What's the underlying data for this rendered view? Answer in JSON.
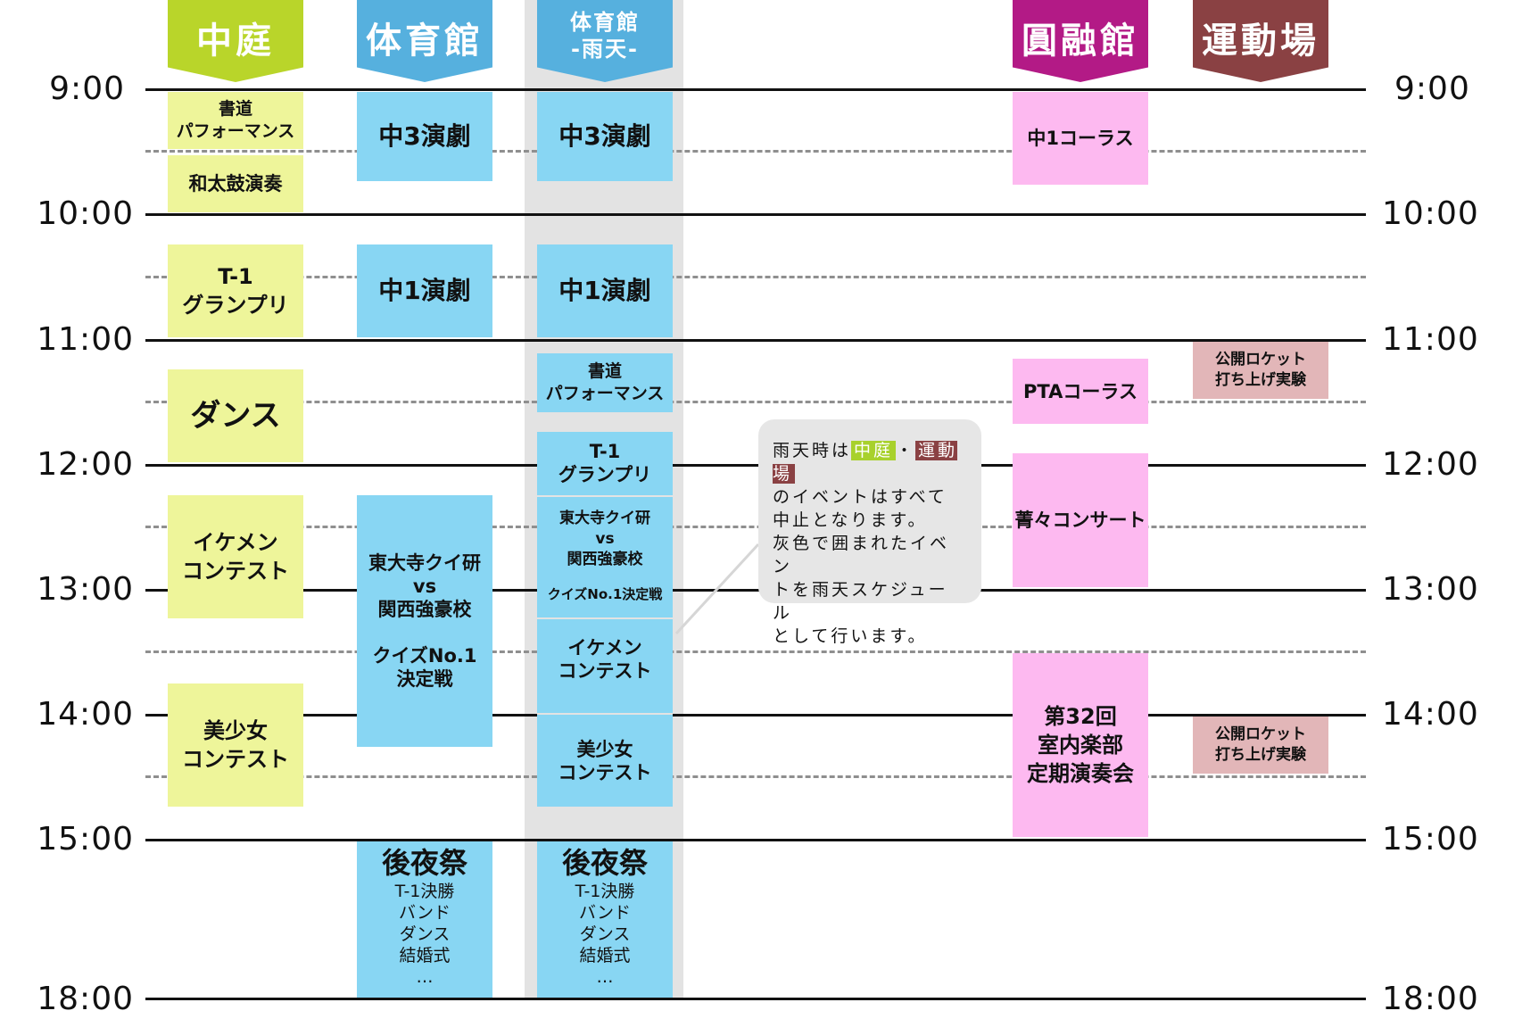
{
  "times": [
    "9:00",
    "10:00",
    "11:00",
    "12:00",
    "13:00",
    "14:00",
    "15:00",
    "18:00"
  ],
  "venues": {
    "nakaniwa": {
      "label": "中庭",
      "color": "#b9d52a"
    },
    "taiikukan": {
      "label": "体育館",
      "color": "#56b0de"
    },
    "taiikukan_rain": {
      "label_line1": "体育館",
      "label_line2": "-雨天-",
      "color": "#56b0de"
    },
    "enyukan": {
      "label": "圓融館",
      "color": "#b31a86"
    },
    "undojo": {
      "label": "運動場",
      "color": "#8a4143"
    }
  },
  "events": {
    "nakaniwa": {
      "shodo": [
        "書道",
        "パフォーマンス"
      ],
      "wadaiko": "和太鼓演奏",
      "t1": [
        "T-1",
        "グランプリ"
      ],
      "dance": "ダンス",
      "ikemen": [
        "イケメン",
        "コンテスト"
      ],
      "bishojo": [
        "美少女",
        "コンテスト"
      ]
    },
    "taiikukan": {
      "chu3": "中3演劇",
      "chu1": "中1演劇",
      "quiz": [
        "東大寺クイ研",
        "vs",
        "関西強豪校",
        "",
        "クイズNo.1",
        "決定戦"
      ],
      "kouyasai": {
        "title": "後夜祭",
        "items": [
          "T-1決勝",
          "バンド",
          "ダンス",
          "結婚式",
          "…"
        ]
      }
    },
    "taiikukan_rain": {
      "chu3": "中3演劇",
      "chu1": "中1演劇",
      "shodo": [
        "書道",
        "パフォーマンス"
      ],
      "t1": [
        "T-1",
        "グランプリ"
      ],
      "quiz": [
        "東大寺クイ研",
        "vs",
        "関西強豪校",
        "",
        "クイズNo.1決定戦"
      ],
      "ikemen": [
        "イケメン",
        "コンテスト"
      ],
      "bishojo": [
        "美少女",
        "コンテスト"
      ],
      "kouyasai": {
        "title": "後夜祭",
        "items": [
          "T-1決勝",
          "バンド",
          "ダンス",
          "結婚式",
          "…"
        ]
      }
    },
    "enyukan": {
      "chorus1": "中1コーラス",
      "pta": "PTAコーラス",
      "seisei": "菁々コンサート",
      "concert": [
        "第32回",
        "室内楽部",
        "定期演奏会"
      ]
    },
    "undojo": {
      "rocket1": [
        "公開ロケット",
        "打ち上げ実験"
      ],
      "rocket2": [
        "公開ロケット",
        "打ち上げ実験"
      ]
    }
  },
  "note": {
    "prefix": "雨天時は",
    "chip1": "中庭",
    "dot": "・",
    "chip2": "運動場",
    "lines": [
      "のイベントはすべて",
      "中止となります。",
      "灰色で囲まれたイベン",
      "トを雨天スケジュール",
      "として行います。"
    ]
  }
}
